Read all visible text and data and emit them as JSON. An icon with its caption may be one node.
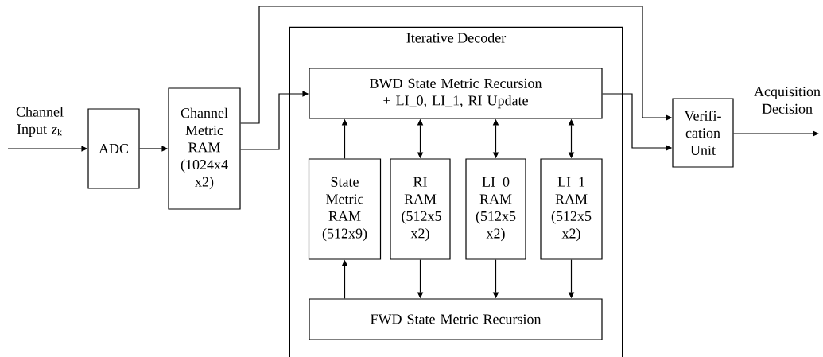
{
  "diagram": {
    "nodes": [
      {
        "text": [
          "ADC"
        ]
      },
      {
        "text": [
          "Channel Metric RAM (1024x4 x2)"
        ]
      },
      {
        "text": [
          "Iterative Decoder"
        ]
      },
      {
        "text": [
          "BWD State Metric Recursion + LI_0, LI_1, RI Update"
        ],
        "in": 2
      },
      {
        "text": [
          "State Metric RAM (512x9)"
        ],
        "in": 2
      },
      {
        "text": [
          "RI RAM (512x5 x2)"
        ],
        "in": 2
      },
      {
        "text": [
          "LI_0 RAM (512x5 x2)"
        ],
        "in": 2
      },
      {
        "text": [
          "LI_1 RAM (512x5 x2)"
        ],
        "in": 2
      },
      {
        "text": [
          "FWD State Metric Recursion"
        ],
        "in": 2
      },
      {
        "text": [
          "Verifi- cation Unit"
        ]
      }
    ],
    "edges": [
      {
        "from": null,
        "to": 0,
        "arrow": "to",
        "label": "Channel Input *z*$_{k}$"
      },
      {
        "from": 0,
        "to": 1,
        "arrow": "to"
      },
      {
        "from": 1,
        "to": 3,
        "arrow": "to"
      },
      {
        "from": 1,
        "to": 9,
        "arrow": "to"
      },
      {
        "from": 3,
        "to": 9,
        "arrow": "to"
      },
      {
        "from": 4,
        "to": 3,
        "arrow": "to"
      },
      {
        "from": 5,
        "to": 3,
        "arrow": "both"
      },
      {
        "from": 6,
        "to": 3,
        "arrow": "both"
      },
      {
        "from": 7,
        "to": 3,
        "arrow": "both"
      },
      {
        "from": 5,
        "to": 8,
        "arrow": "to"
      },
      {
        "from": 6,
        "to": 8,
        "arrow": "to"
      },
      {
        "from": 7,
        "to": 8,
        "arrow": "to"
      },
      {
        "from": 8,
        "to": 4,
        "arrow": "to"
      },
      {
        "from": 9,
        "to": null,
        "arrow": "to",
        "label": "Acquisition Decision"
      }
    ]
  }
}
